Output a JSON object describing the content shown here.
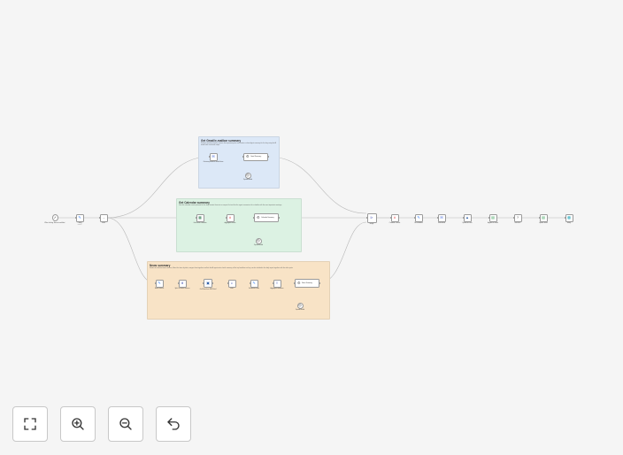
{
  "workflow": {
    "sticky_notes": [
      {
        "id": "s1",
        "title": "Get Gmail/e-mailbar summary",
        "desc": "Fetches the latest emails, extracts the important parts and creates a short digest summary for the day using the AI model with structured output.",
        "color": "#dce8f7"
      },
      {
        "id": "s2",
        "title": "Get Calendar summary",
        "desc": "Gets the calendar events planned for the day, formats them into a compact list and lets the agent summarize the schedule with the most important meetings.",
        "color": "#dcf2e3"
      },
      {
        "id": "s3",
        "title": "News summary",
        "desc": "Reads the selected news sources, filters the items by date, merges them together and lets the AI agent write a brief summary of the top headlines so they can be included in the daily report together with the other parts.",
        "color": "#f8e3c6"
      }
    ],
    "nodes": [
      {
        "id": "n1",
        "icon": "cursor-icon",
        "glyph": "➚",
        "label": "When clicking 'Execute workflow'",
        "sub": "",
        "color": "#777777"
      },
      {
        "id": "n2",
        "icon": "pencil-icon",
        "glyph": "✎",
        "label": "Config",
        "sub": "manual",
        "color": "#3b82f6"
      },
      {
        "id": "n3",
        "icon": "arrow-right-icon",
        "glyph": "→",
        "label": "Fetch",
        "sub": "",
        "color": "#777777"
      },
      {
        "id": "n4",
        "icon": "gmail-icon",
        "glyph": "✉",
        "label": "Get many emails in Gmail inbox",
        "sub": "",
        "color": "#4a6fdc"
      },
      {
        "id": "n5",
        "icon": "agent-icon",
        "glyph": "⚙",
        "label": "Gmail Summary",
        "sub": "",
        "color": "#555555"
      },
      {
        "id": "n6",
        "icon": "model-icon",
        "glyph": "◎",
        "label": "OpenAI Model",
        "sub": "",
        "color": "#444444"
      },
      {
        "id": "n7",
        "icon": "calendar-icon",
        "glyph": "▦",
        "label": "Get Events Calendar",
        "sub": "",
        "color": "#2d7a4f"
      },
      {
        "id": "n8",
        "icon": "code-icon",
        "glyph": "#",
        "label": "Aggregate Events",
        "sub": "",
        "color": "#e44d4d"
      },
      {
        "id": "n9",
        "icon": "agent-icon",
        "glyph": "⚙",
        "label": "Calendar Summary",
        "sub": "",
        "color": "#555555"
      },
      {
        "id": "n10",
        "icon": "model-icon",
        "glyph": "◎",
        "label": "OpenAI Model",
        "sub": "",
        "color": "#444444"
      },
      {
        "id": "n11",
        "icon": "pencil-icon",
        "glyph": "✎",
        "label": "News Sources",
        "sub": "",
        "color": "#3b82f6"
      },
      {
        "id": "n12",
        "icon": "split-icon",
        "glyph": "⋔",
        "label": "Split Out News Sources",
        "sub": "",
        "color": "#5b6abf"
      },
      {
        "id": "n13",
        "icon": "rss-icon",
        "glyph": "▣",
        "label": "Get News from RSS Feed",
        "sub": "",
        "color": "#2f5fa8"
      },
      {
        "id": "n14",
        "icon": "filter-icon",
        "glyph": "⪧",
        "label": "Filter",
        "sub": "",
        "color": "#5b6abf"
      },
      {
        "id": "n15",
        "icon": "pencil-icon",
        "glyph": "✎",
        "label": "Set Article Fields",
        "sub": "",
        "color": "#3b82f6"
      },
      {
        "id": "n16",
        "icon": "aggregate-icon",
        "glyph": "≡",
        "label": "Aggregate Headlines",
        "sub": "",
        "color": "#5b6abf"
      },
      {
        "id": "n17",
        "icon": "agent-icon",
        "glyph": "⚙",
        "label": "News Summary",
        "sub": "",
        "color": "#555555"
      },
      {
        "id": "n18",
        "icon": "model-icon",
        "glyph": "◎",
        "label": "OpenAI Model",
        "sub": "",
        "color": "#444444"
      },
      {
        "id": "n19",
        "icon": "merge-icon",
        "glyph": "⊳",
        "label": "Merge",
        "sub": "",
        "color": "#5b6abf"
      },
      {
        "id": "n20",
        "icon": "code-icon",
        "glyph": "#",
        "label": "Combine Content",
        "sub": "",
        "color": "#e44d4d"
      },
      {
        "id": "n21",
        "icon": "pencil-icon",
        "glyph": "✎",
        "label": "Set Variables",
        "sub": "",
        "color": "#3b82f6"
      },
      {
        "id": "n22",
        "icon": "gmail-icon",
        "glyph": "✉",
        "label": "Send Email",
        "sub": "",
        "color": "#4a6fdc"
      },
      {
        "id": "n23",
        "icon": "drive-icon",
        "glyph": "▲",
        "label": "Upload to Drive",
        "sub": "",
        "color": "#2f5fa8"
      },
      {
        "id": "n24",
        "icon": "sheets-icon",
        "glyph": "▤",
        "label": "Append to Sheet",
        "sub": "",
        "color": "#2d9a4f"
      },
      {
        "id": "n25",
        "icon": "question-icon",
        "glyph": "?",
        "label": "Success?",
        "sub": "",
        "color": "#555555"
      },
      {
        "id": "n26",
        "icon": "sheets-icon",
        "glyph": "▤",
        "label": "Update Sheet",
        "sub": "",
        "color": "#2d9a4f"
      },
      {
        "id": "n27",
        "icon": "slack-icon",
        "glyph": "▩",
        "label": "Notify",
        "sub": "",
        "color": "#1fa5b8"
      }
    ]
  },
  "controls": [
    {
      "id": "fit",
      "icon": "fit-view-icon",
      "title": "Fit view"
    },
    {
      "id": "zoomin",
      "icon": "zoom-in-icon",
      "title": "Zoom in"
    },
    {
      "id": "zoomout",
      "icon": "zoom-out-icon",
      "title": "Zoom out"
    },
    {
      "id": "reset",
      "icon": "undo-icon",
      "title": "Reset zoom"
    }
  ]
}
